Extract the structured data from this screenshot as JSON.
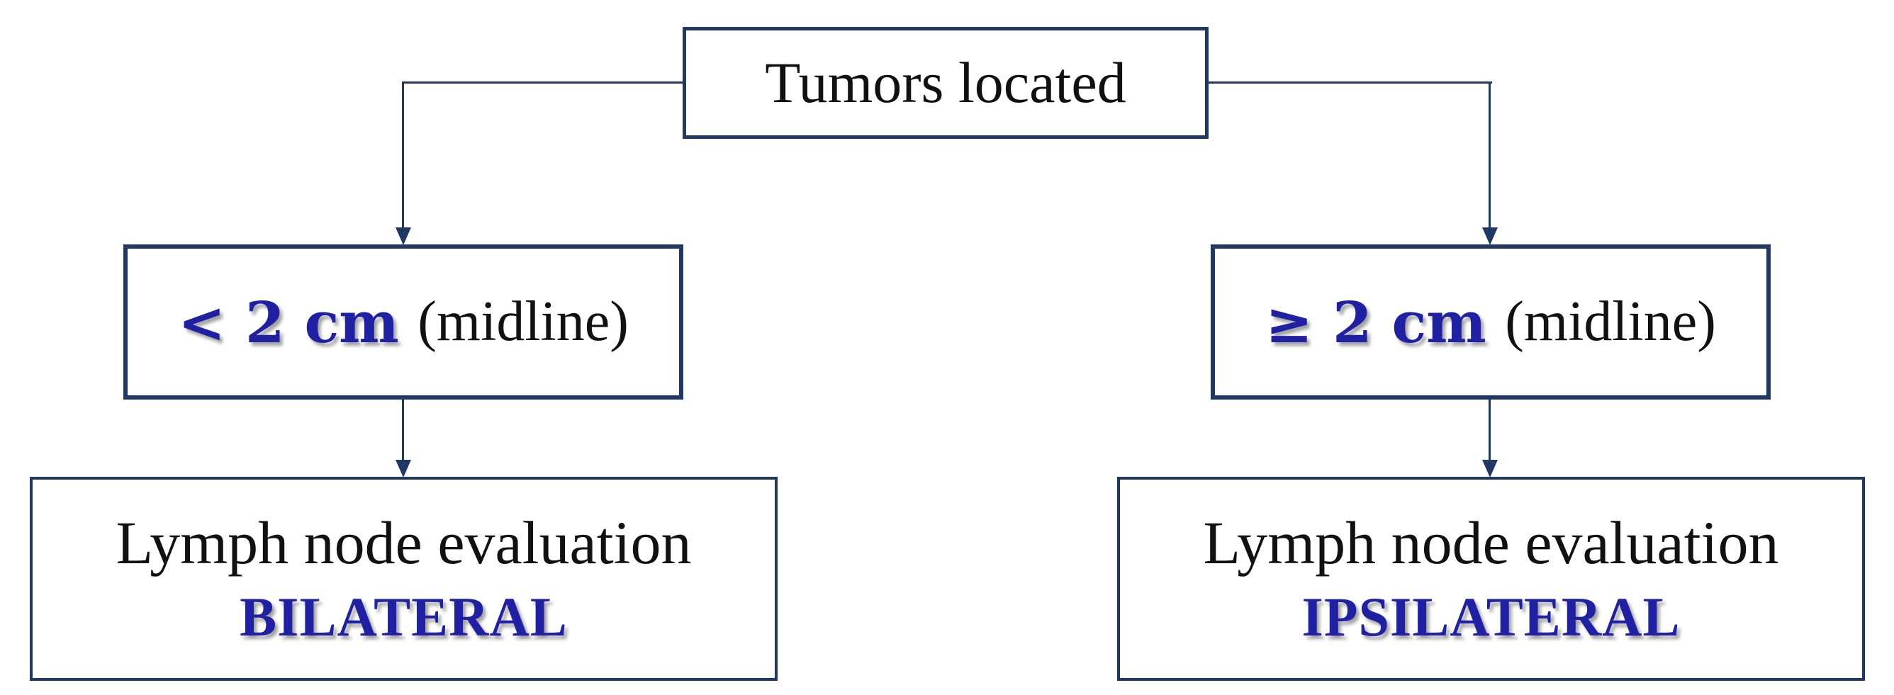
{
  "diagram": {
    "title_node": {
      "text": "Tumors located"
    },
    "branches": [
      {
        "condition_highlight": "< 2 cm",
        "condition_suffix": "(midline)",
        "result_line1": "Lymph node evaluation",
        "result_line2": "BILATERAL"
      },
      {
        "condition_highlight": "≥ 2 cm",
        "condition_suffix": "(midline)",
        "result_line1": "Lymph node evaluation",
        "result_line2": "IPSILATERAL"
      }
    ],
    "colors": {
      "line_and_border": "#1f3864",
      "highlight_text": "#2020a4",
      "body_text": "#111111",
      "background": "#ffffff"
    }
  }
}
